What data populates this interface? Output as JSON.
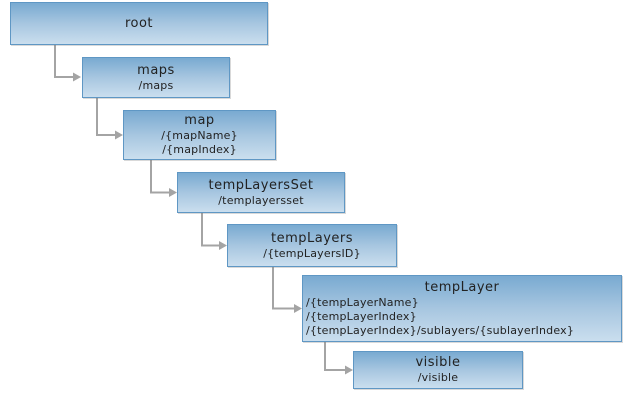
{
  "diagram": {
    "type": "tree",
    "orientation": "stair-step, parent top-left to child bottom-right",
    "nodes": [
      {
        "id": "root",
        "title": "root",
        "paths": []
      },
      {
        "id": "maps",
        "title": "maps",
        "paths": [
          "/maps"
        ]
      },
      {
        "id": "map",
        "title": "map",
        "paths": [
          "/{mapName}",
          "/{mapIndex}"
        ]
      },
      {
        "id": "tempLayersSet",
        "title": "tempLayersSet",
        "paths": [
          "/templayersset"
        ]
      },
      {
        "id": "tempLayers",
        "title": "tempLayers",
        "paths": [
          "/{tempLayersID}"
        ]
      },
      {
        "id": "tempLayer",
        "title": "tempLayer",
        "paths": [
          "/{tempLayerName}",
          "/{tempLayerIndex}",
          "/{tempLayerIndex}/sublayers/{sublayerIndex}"
        ]
      },
      {
        "id": "visible",
        "title": "visible",
        "paths": [
          "/visible"
        ]
      }
    ],
    "edges": [
      {
        "from": "root",
        "to": "maps"
      },
      {
        "from": "maps",
        "to": "map"
      },
      {
        "from": "map",
        "to": "tempLayersSet"
      },
      {
        "from": "tempLayersSet",
        "to": "tempLayers"
      },
      {
        "from": "tempLayers",
        "to": "tempLayer"
      },
      {
        "from": "tempLayer",
        "to": "visible"
      }
    ],
    "colors": {
      "node_gradient_top": "#79aad1",
      "node_gradient_bottom": "#cadeee",
      "node_border": "#5f97c4",
      "connector": "#a4a4a4",
      "text": "#222222",
      "background": "#ffffff"
    }
  }
}
